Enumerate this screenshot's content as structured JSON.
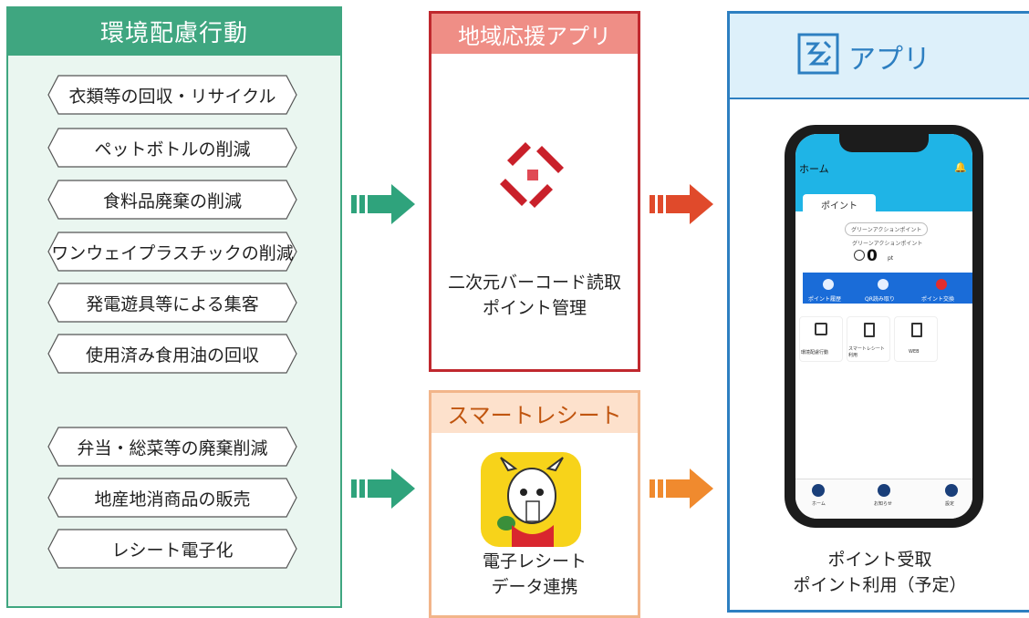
{
  "left": {
    "title": "環境配慮行動",
    "items": [
      "衣類等の回収・リサイクル",
      "ペットボトルの削減",
      "食料品廃棄の削減",
      "ワンウェイプラスチックの削減",
      "発電遊具等による集客",
      "使用済み食用油の回収",
      "弁当・総菜等の廃棄削減",
      "地産地消商品の販売",
      "レシート電子化"
    ]
  },
  "mid_top": {
    "title": "地域応援アプリ",
    "line1": "二次元バーコード読取",
    "line2": "ポイント管理"
  },
  "mid_bottom": {
    "title": "スマートレシート",
    "line1": "電子レシート",
    "line2": "データ連携"
  },
  "right": {
    "title": "アプリ",
    "line1": "ポイント受取",
    "line2": "ポイント利用（予定）"
  },
  "phone": {
    "header": "ホーム",
    "tab": "ポイント",
    "card_title": "グリーンアクションポイント",
    "card_subtitle": "グリーンアクションポイント",
    "points": "0",
    "unit": "pt",
    "actions": [
      "ポイント履歴",
      "QR読み取り",
      "ポイント交換"
    ],
    "grid": [
      "環境配慮行動",
      "スマートレシート利用",
      "WEB"
    ],
    "nav": [
      "ホーム",
      "お知らせ",
      "設定"
    ]
  },
  "colors": {
    "green": "#3fa680",
    "red": "#c0282e",
    "orange": "#f2b58a",
    "blue": "#2d7fc1"
  }
}
